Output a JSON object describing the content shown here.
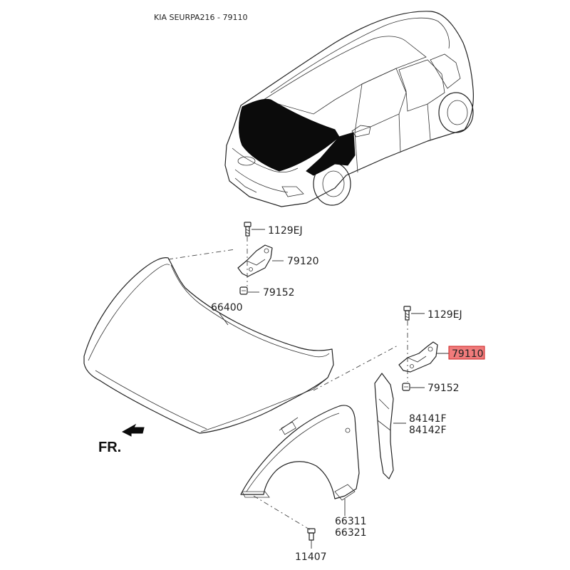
{
  "header": {
    "title": "KIA SEURPA216 - 79110"
  },
  "direction_label": "FR.",
  "highlight_color": "#f07b7b",
  "parts": {
    "bolt_upper": "1129EJ",
    "hinge_left": "79120",
    "nut_upper": "79152",
    "hood": "66400",
    "bolt_right": "1129EJ",
    "hinge_right": "79110",
    "nut_right": "79152",
    "seal_1": "84141F",
    "seal_2": "84142F",
    "fender_1": "66311",
    "fender_2": "66321",
    "screw": "11407"
  }
}
